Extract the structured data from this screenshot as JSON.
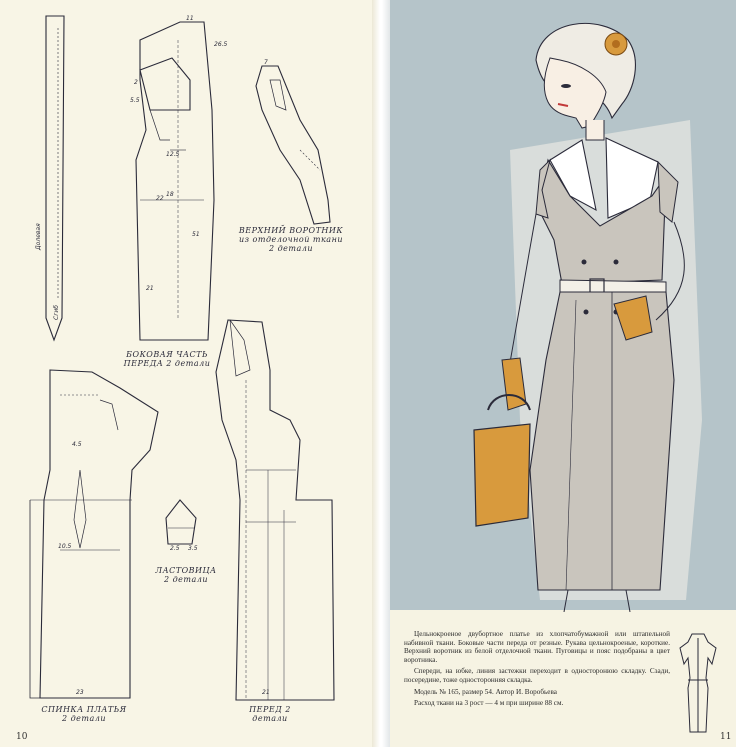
{
  "left_page": {
    "page_number": "10",
    "pieces": {
      "collar": "ВЕРХНИЙ ВОРОТНИК\nиз отделочной ткани\n2 детали",
      "side_front": "БОКОВАЯ ЧАСТЬ\nПЕРЕДА 2 детали",
      "gusset": "ЛАСТОВИЦА\n2 детали",
      "back": "СПИНКА ПЛАТЬЯ\n2 детали",
      "front": "ПЕРЕД 2 детали"
    },
    "strip_texts": {
      "grain": "Долевая",
      "fold": "Сгиб"
    },
    "measurements": [
      "11",
      "26.5",
      "2",
      "5.5",
      "12.5",
      "18",
      "7",
      "51",
      "21",
      "22",
      "23",
      "10.5",
      "4.5",
      "21",
      "2.5",
      "3.5"
    ]
  },
  "right_page": {
    "page_number": "11",
    "caption": {
      "paragraph1": "Цельнокроеное двубортное платье из хлопчатобумажной или штапельной набивной ткани. Боковые части переда от резные. Рукава цельнокроеные, короткие. Верхний воротник из белой отделочной ткани. Пуговицы и пояс подобраны в цвет воротника.",
      "paragraph2": "Спереди, на юбке, линия застежки переходит в односторонюю складку. Сзади, посередине, тоже односторонняя складка.",
      "paragraph3": "Модель № 165, размер 54. Автор И. Воробьева",
      "paragraph4": "Расход ткани на 3 рост — 4 м при ширине 88 см."
    }
  },
  "colors": {
    "paper": "#f8f5e6",
    "blue_background": "#b5c4c9",
    "line": "#2b2b3a",
    "mustard": "#d89a3d",
    "dress_grey": "#c9c5bd"
  }
}
